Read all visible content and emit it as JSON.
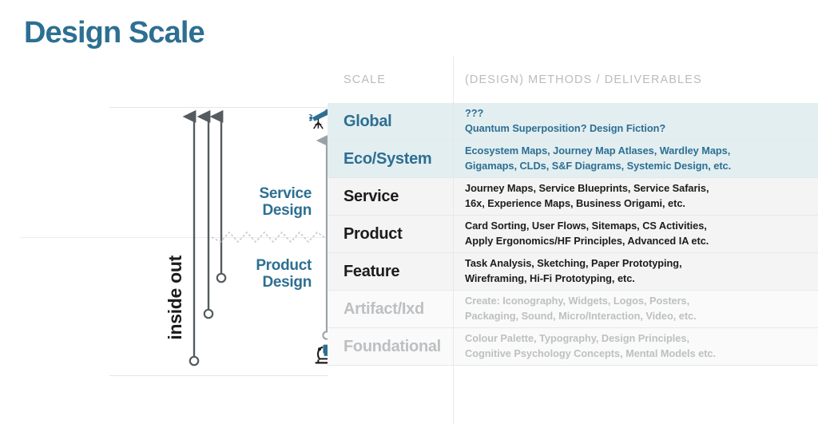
{
  "page": {
    "title": "Design Scale"
  },
  "diagram": {
    "inside_out_label": "inside out",
    "service_design_label": "Service\nDesign",
    "product_design_label": "Product\nDesign",
    "telescope_icon": "telescope-icon",
    "microscope_icon": "microscope-icon",
    "accent_color": "#2d6f92",
    "arrow_color": "#555b5e",
    "edge_arrow_color": "#9aa1a5"
  },
  "table": {
    "headers": {
      "scale": "SCALE",
      "methods": "(DESIGN) METHODS / DELIVERABLES"
    },
    "rows": [
      {
        "scale": "Global",
        "methods": "???\nQuantum Superposition? Design Fiction?",
        "tint": "blue",
        "text_style": "blue"
      },
      {
        "scale": "Eco/System",
        "methods": "Ecosystem Maps, Journey Map Atlases, Wardley Maps,\nGigamaps, CLDs, S&F Diagrams, Systemic Design, etc.",
        "tint": "blue",
        "text_style": "blue"
      },
      {
        "scale": "Service",
        "methods": "Journey Maps, Service Blueprints, Service Safaris,\n16x, Experience Maps, Business Origami, etc.",
        "tint": "gray",
        "text_style": "dark"
      },
      {
        "scale": "Product",
        "methods": "Card Sorting, User Flows, Sitemaps, CS Activities,\nApply Ergonomics/HF Principles, Advanced IA etc.",
        "tint": "gray",
        "text_style": "dark"
      },
      {
        "scale": "Feature",
        "methods": "Task Analysis, Sketching, Paper Prototyping,\nWireframing, Hi-Fi Prototyping, etc.",
        "tint": "gray",
        "text_style": "dark"
      },
      {
        "scale": "Artifact/Ixd",
        "methods": "Create: Iconography, Widgets, Logos, Posters,\nPackaging, Sound, Micro/Interaction, Video, etc.",
        "tint": "light",
        "text_style": "mute"
      },
      {
        "scale": "Foundational",
        "methods": "Colour Palette, Typography, Design  Principles,\nCognitive Psychology Concepts, Mental Models etc.",
        "tint": "light",
        "text_style": "mute"
      }
    ]
  }
}
